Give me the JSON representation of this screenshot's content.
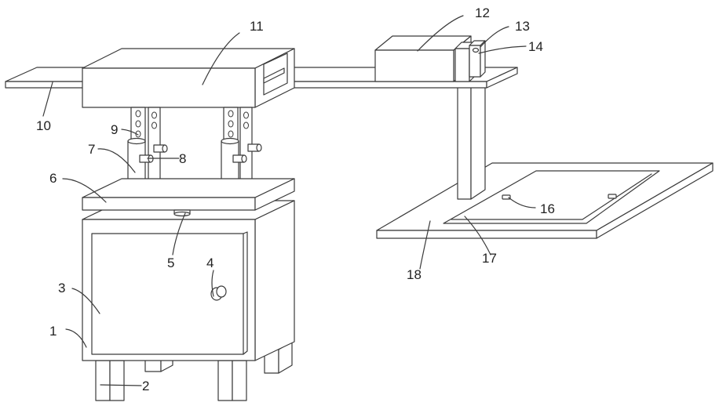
{
  "labels": {
    "l1": "1",
    "l2": "2",
    "l3": "3",
    "l4": "4",
    "l5": "5",
    "l6": "6",
    "l7": "7",
    "l8": "8",
    "l9": "9",
    "l10": "10",
    "l11": "11",
    "l12": "12",
    "l13": "13",
    "l14": "14",
    "l16": "16",
    "l17": "17",
    "l18": "18"
  }
}
